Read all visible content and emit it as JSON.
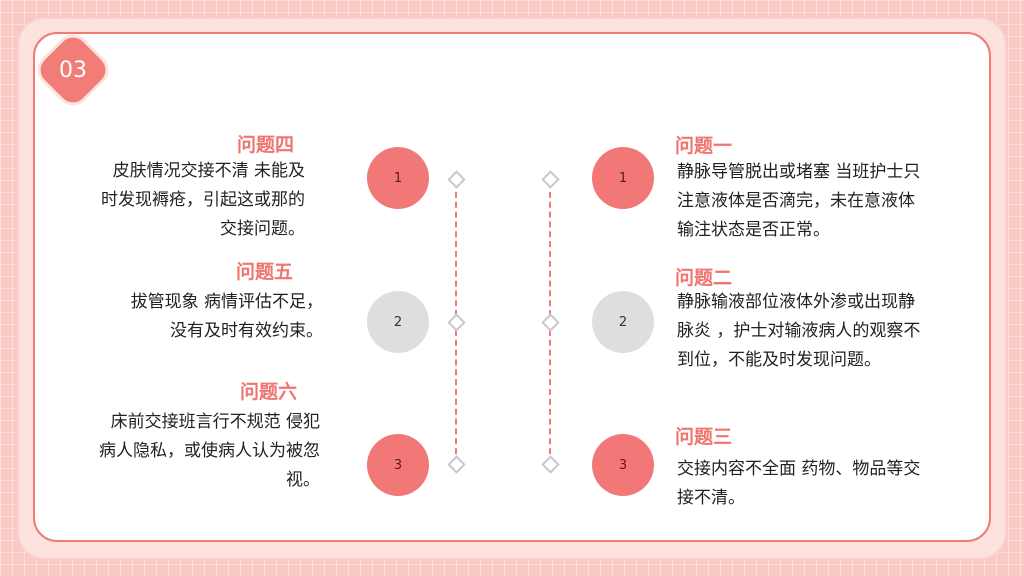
{
  "section_number": "03",
  "colors": {
    "accent": "#f07470",
    "grey": "#dedede",
    "line": "#f07a74"
  },
  "left_items": [
    {
      "title": "问题四",
      "lines": [
        "皮肤情况交接不清  未能及",
        "时发现褥疮，引起这或那的",
        "交接问题。"
      ],
      "number": "1"
    },
    {
      "title": "问题五",
      "lines": [
        "拔管现象  病情评估不足，",
        "没有及时有效约束。"
      ],
      "number": "2"
    },
    {
      "title": "问题六",
      "lines": [
        "床前交接班言行不规范  侵犯",
        "病人隐私，或使病人认为被忽",
        "视。"
      ],
      "number": "3"
    }
  ],
  "right_items": [
    {
      "title": "问题一",
      "lines": [
        "静脉导管脱出或堵塞  当班护士只",
        "注意液体是否滴完，未在意液体",
        "输注状态是否正常。"
      ],
      "number": "1"
    },
    {
      "title": "问题二",
      "lines": [
        "静脉输液部位液体外渗或出现静",
        "脉炎  ，护士对输液病人的观察不",
        "到位，不能及时发现问题。"
      ],
      "number": "2"
    },
    {
      "title": "问题三",
      "lines": [
        "交接内容不全面  药物、物品等交",
        "接不清。"
      ],
      "number": "3"
    }
  ]
}
